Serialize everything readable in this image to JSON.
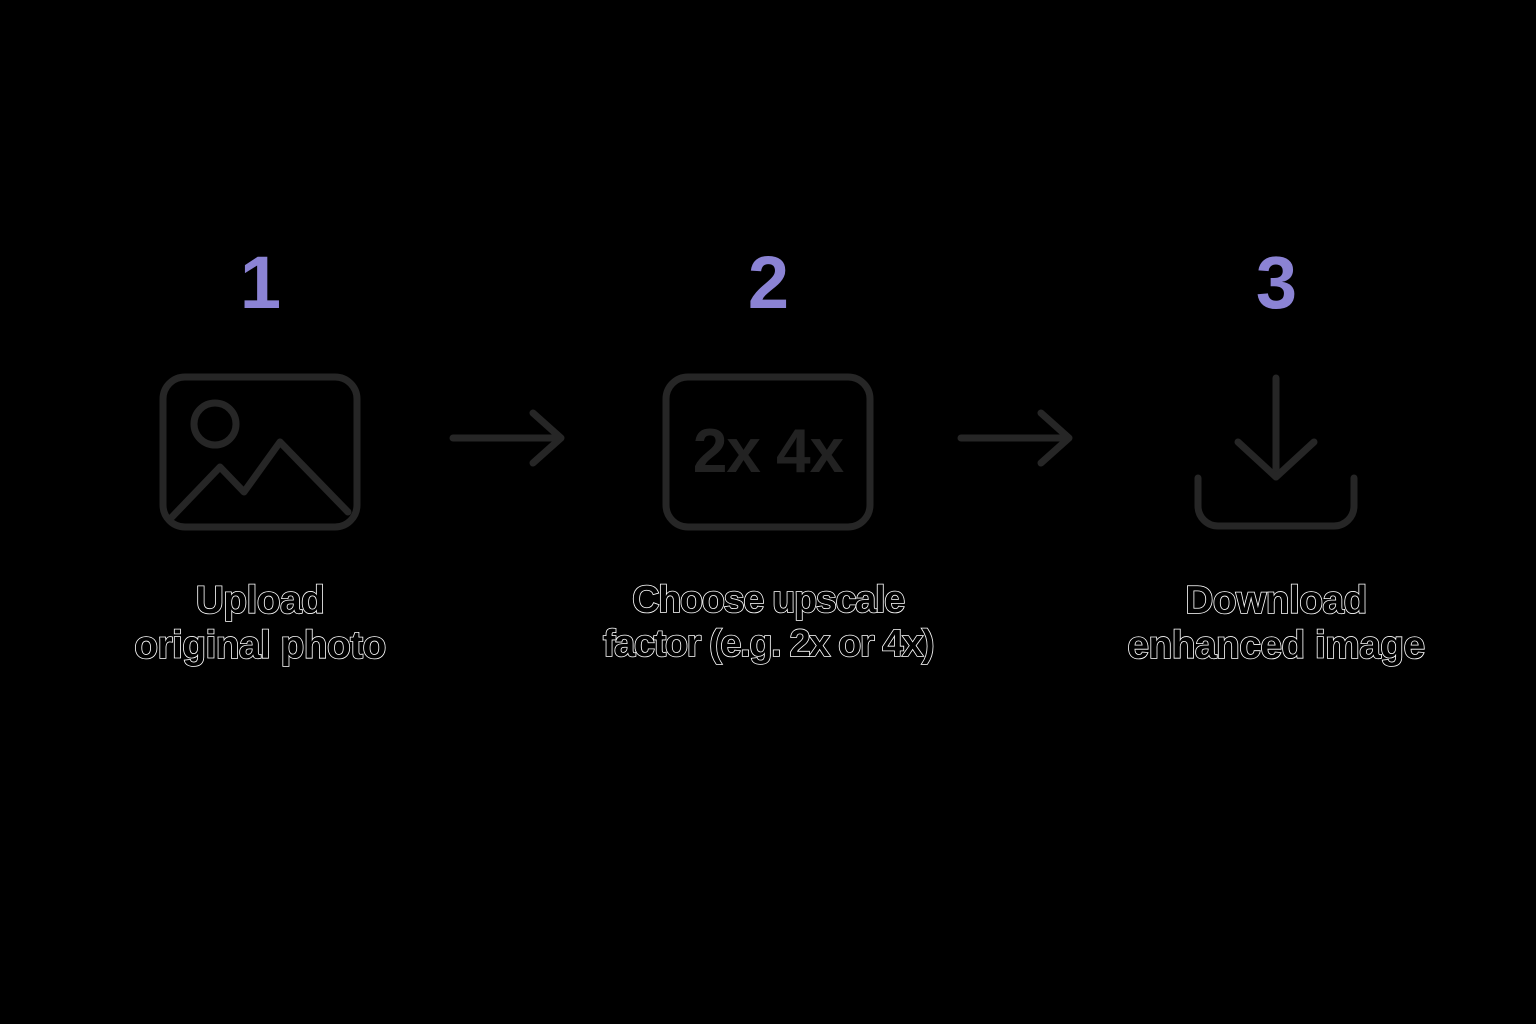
{
  "page": {
    "background_color": "#000000",
    "accent_color": "#8b83d4",
    "icon_color": "#262626",
    "caption_outline_color": "#ffffff"
  },
  "steps": [
    {
      "number": "1",
      "icon": "image-icon",
      "caption": "Upload\noriginal photo",
      "caption_line1": "Upload",
      "caption_line2": "original photo"
    },
    {
      "number": "2",
      "icon": "upscale-factor-icon",
      "icon_label": "2x 4x",
      "icon_label_left": "2x",
      "icon_label_right": "4x",
      "caption": "Choose upscale\nfactor (e.g. 2x or 4x)",
      "caption_line1": "Choose upscale",
      "caption_line2": "factor (e.g. 2x or 4x)"
    },
    {
      "number": "3",
      "icon": "download-icon",
      "caption": "Download\nenhanced image",
      "caption_line1": "Download",
      "caption_line2": "enhanced image"
    }
  ],
  "connectors": [
    {
      "icon": "arrow-right-icon"
    },
    {
      "icon": "arrow-right-icon"
    }
  ]
}
